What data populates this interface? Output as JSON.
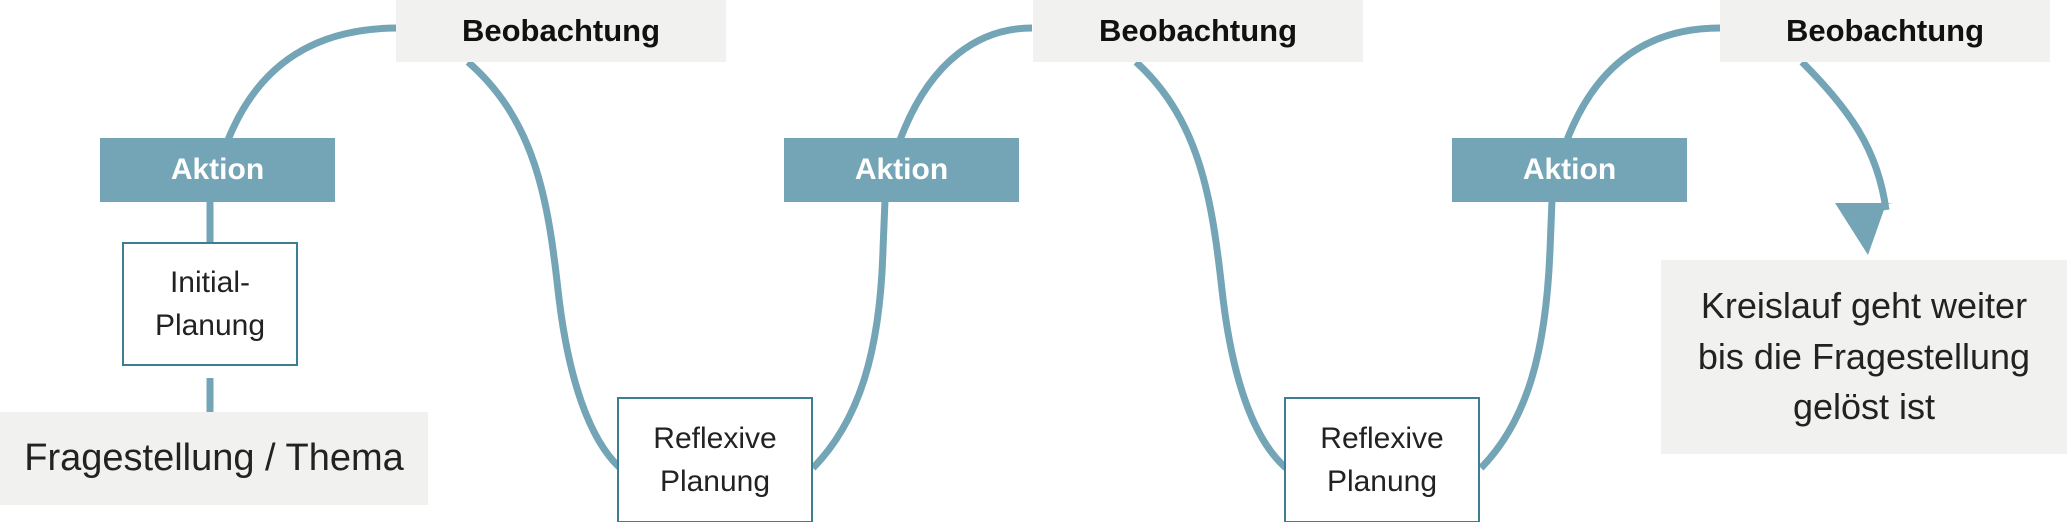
{
  "diagram": {
    "colors": {
      "curve": "#73a5b7",
      "aktion_fill": "#73a5b7",
      "label_fill": "#f1f1ef",
      "planning_border": "#3d7e92"
    },
    "start_label": "Fragestellung / Thema",
    "initial_planning": "Initial-\nPlanung",
    "cycles": [
      {
        "aktion": "Aktion",
        "beobachtung": "Beobachtung"
      },
      {
        "aktion": "Aktion",
        "beobachtung": "Beobachtung"
      },
      {
        "aktion": "Aktion",
        "beobachtung": "Beobachtung"
      }
    ],
    "reflexive_planning": [
      "Reflexive\nPlanung",
      "Reflexive\nPlanung"
    ],
    "end_note": "Kreislauf geht weiter\nbis die Fragestellung\ngelöst ist"
  }
}
